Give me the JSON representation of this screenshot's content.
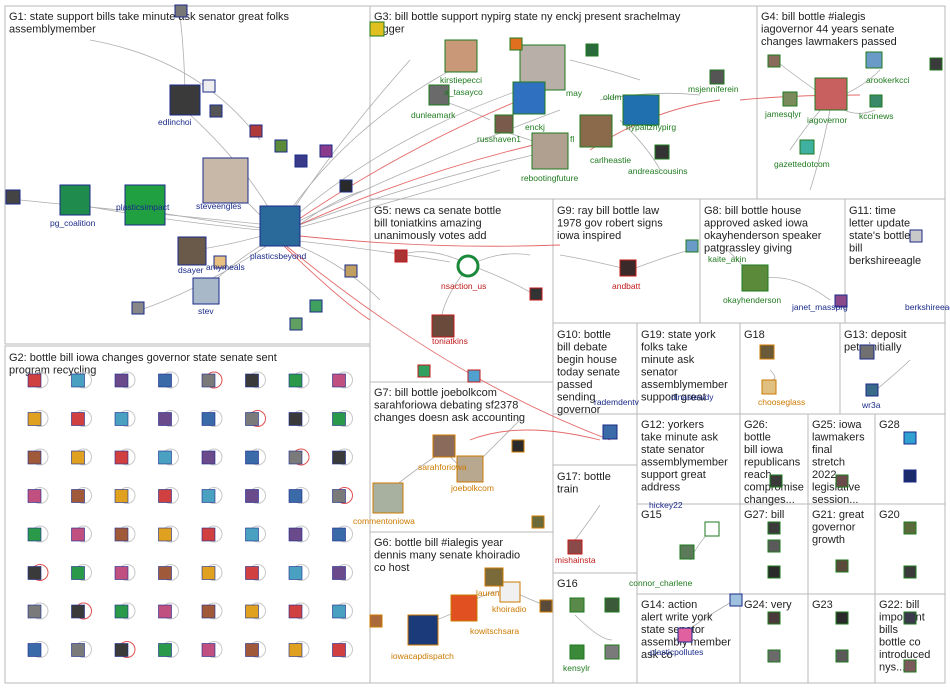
{
  "colors": {
    "box_border": "#b9b9b9",
    "edge_gray": "#9a9a9a",
    "edge_red": "#e05050",
    "title_text": "#222222"
  },
  "groups": [
    {
      "id": "G1",
      "text": "G1: state support bills take minute ask senator great folks assemblymember"
    },
    {
      "id": "G2",
      "text": "G2: bottle bill iowa changes governor state senate sent program recycling"
    },
    {
      "id": "G3",
      "text": "G3: bill bottle support nypirg state ny enckj present srachelmay bigger"
    },
    {
      "id": "G4",
      "text": "G4: bill bottle #ialegis iagovernor 44 years senate changes lawmakers passed"
    },
    {
      "id": "G5",
      "text": "G5: news ca senate bottle bill toniatkins amazing unanimously votes add"
    },
    {
      "id": "G6",
      "text": "G6: bottle bill #ialegis year dennis many senate khoiradio co host"
    },
    {
      "id": "G7",
      "text": "G7: bill bottle joebolkcom sarahforiowa debating sf2378 changes doesn ask accounting"
    },
    {
      "id": "G8",
      "text": "G8: bill bottle house approved asked iowa okayhenderson speaker patgrassley giving"
    },
    {
      "id": "G9",
      "text": "G9: ray bill bottle law 1978 gov robert signs iowa inspired"
    },
    {
      "id": "G10",
      "text": "G10: bottle bill debate begin house today senate passed sending governor"
    },
    {
      "id": "G11",
      "text": "G11: time letter update state's bottle bill berkshireeagle"
    },
    {
      "id": "G12",
      "text": "G12: yorkers take minute ask state senator assemblymember support great address"
    },
    {
      "id": "G13",
      "text": "G13: deposit pete initially"
    },
    {
      "id": "G14",
      "text": "G14: action alert write york state senator assembly member ask co"
    },
    {
      "id": "G15",
      "text": "G15"
    },
    {
      "id": "G16",
      "text": "G16"
    },
    {
      "id": "G17",
      "text": "G17: bottle train"
    },
    {
      "id": "G18",
      "text": "G18"
    },
    {
      "id": "G19",
      "text": "G19: state york folks take minute ask senator assemblymember support great"
    },
    {
      "id": "G20",
      "text": "G20"
    },
    {
      "id": "G21",
      "text": "G21: great governor growth"
    },
    {
      "id": "G22",
      "text": "G22: bill important bills bottle co introduced nys..."
    },
    {
      "id": "G23",
      "text": "G23"
    },
    {
      "id": "G24",
      "text": "G24: very"
    },
    {
      "id": "G25",
      "text": "G25: iowa lawmakers final stretch 2022 legislative session..."
    },
    {
      "id": "G26",
      "text": "G26: bottle bill iowa republicans reach compromise changes..."
    },
    {
      "id": "G27",
      "text": "G27: bill"
    },
    {
      "id": "G28",
      "text": "G28"
    }
  ],
  "labels": [
    {
      "text": "edlinchoi",
      "color": "blue"
    },
    {
      "text": "pg_coalition",
      "color": "blue"
    },
    {
      "text": "plasticsimpact",
      "color": "blue"
    },
    {
      "text": "steveengles",
      "color": "blue"
    },
    {
      "text": "plasticsbeyond",
      "color": "blue"
    },
    {
      "text": "dsayer",
      "color": "blue"
    },
    {
      "text": "amymeals",
      "color": "blue"
    },
    {
      "text": "stev",
      "color": "blue"
    },
    {
      "text": "kirstiepecci",
      "color": "green"
    },
    {
      "text": "a_tasayco",
      "color": "green"
    },
    {
      "text": "dunleamark",
      "color": "green"
    },
    {
      "text": "enckj",
      "color": "green"
    },
    {
      "text": "oldm",
      "color": "green"
    },
    {
      "text": "may",
      "color": "green"
    },
    {
      "text": "russhaven1",
      "color": "green"
    },
    {
      "text": "fl",
      "color": "green"
    },
    {
      "text": "carlheastie",
      "color": "green"
    },
    {
      "text": "rebootingfuture",
      "color": "green"
    },
    {
      "text": "andreascousins",
      "color": "green"
    },
    {
      "text": "msjenniferein",
      "color": "green"
    },
    {
      "text": "nypaltznypirg",
      "color": "green"
    },
    {
      "text": "arookerkcci",
      "color": "green"
    },
    {
      "text": "jamesqlyr",
      "color": "green"
    },
    {
      "text": "iagovernor",
      "color": "green"
    },
    {
      "text": "kccinews",
      "color": "green"
    },
    {
      "text": "gazettedotcom",
      "color": "green"
    },
    {
      "text": "nsaction_us",
      "color": "red"
    },
    {
      "text": "toniatkins",
      "color": "red"
    },
    {
      "text": "andbatt",
      "color": "red"
    },
    {
      "text": "kaite_akin",
      "color": "green"
    },
    {
      "text": "okayhenderson",
      "color": "green"
    },
    {
      "text": "janet_massprg",
      "color": "blue"
    },
    {
      "text": "berkshireeagle",
      "color": "blue"
    },
    {
      "text": "sarahforiowa",
      "color": "orange"
    },
    {
      "text": "joebolkcom",
      "color": "orange"
    },
    {
      "text": "commentoniowa",
      "color": "orange"
    },
    {
      "text": "mishainsta",
      "color": "red"
    },
    {
      "text": "lauran",
      "color": "orange"
    },
    {
      "text": "khoiradio",
      "color": "orange"
    },
    {
      "text": "kowitschsara",
      "color": "orange"
    },
    {
      "text": "iowacapdispatch",
      "color": "orange"
    },
    {
      "text": "chooseglass",
      "color": "orange"
    },
    {
      "text": "wr3a",
      "color": "blue"
    },
    {
      "text": "hickey22",
      "color": "blue"
    },
    {
      "text": "connor_charlene",
      "color": "green"
    },
    {
      "text": "plasticpollutes",
      "color": "blue"
    },
    {
      "text": "kensylr",
      "color": "green"
    },
    {
      "text": "dinastewdy",
      "color": "blue"
    },
    {
      "text": "rademdentv",
      "color": "blue"
    }
  ]
}
